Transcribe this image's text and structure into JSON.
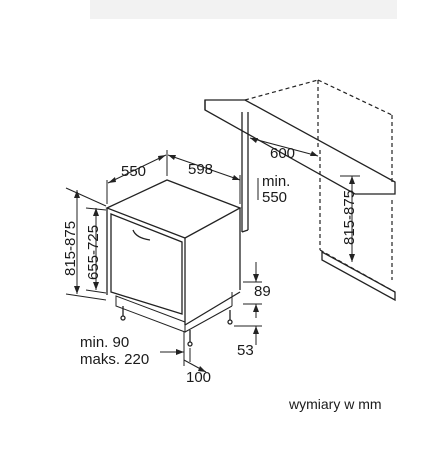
{
  "dimensions": {
    "depth": "550",
    "width": "598",
    "niche_width": "600",
    "niche_depth_min": "min.",
    "niche_depth_val": "550",
    "niche_height": "815-875",
    "height_total": "815-875",
    "height_body": "655-725",
    "plinth_height": "89",
    "foot_height": "53",
    "foot_distance": "100",
    "plinth_min": "min. 90",
    "plinth_max": "maks. 220"
  },
  "units_note": "wymiary w mm"
}
